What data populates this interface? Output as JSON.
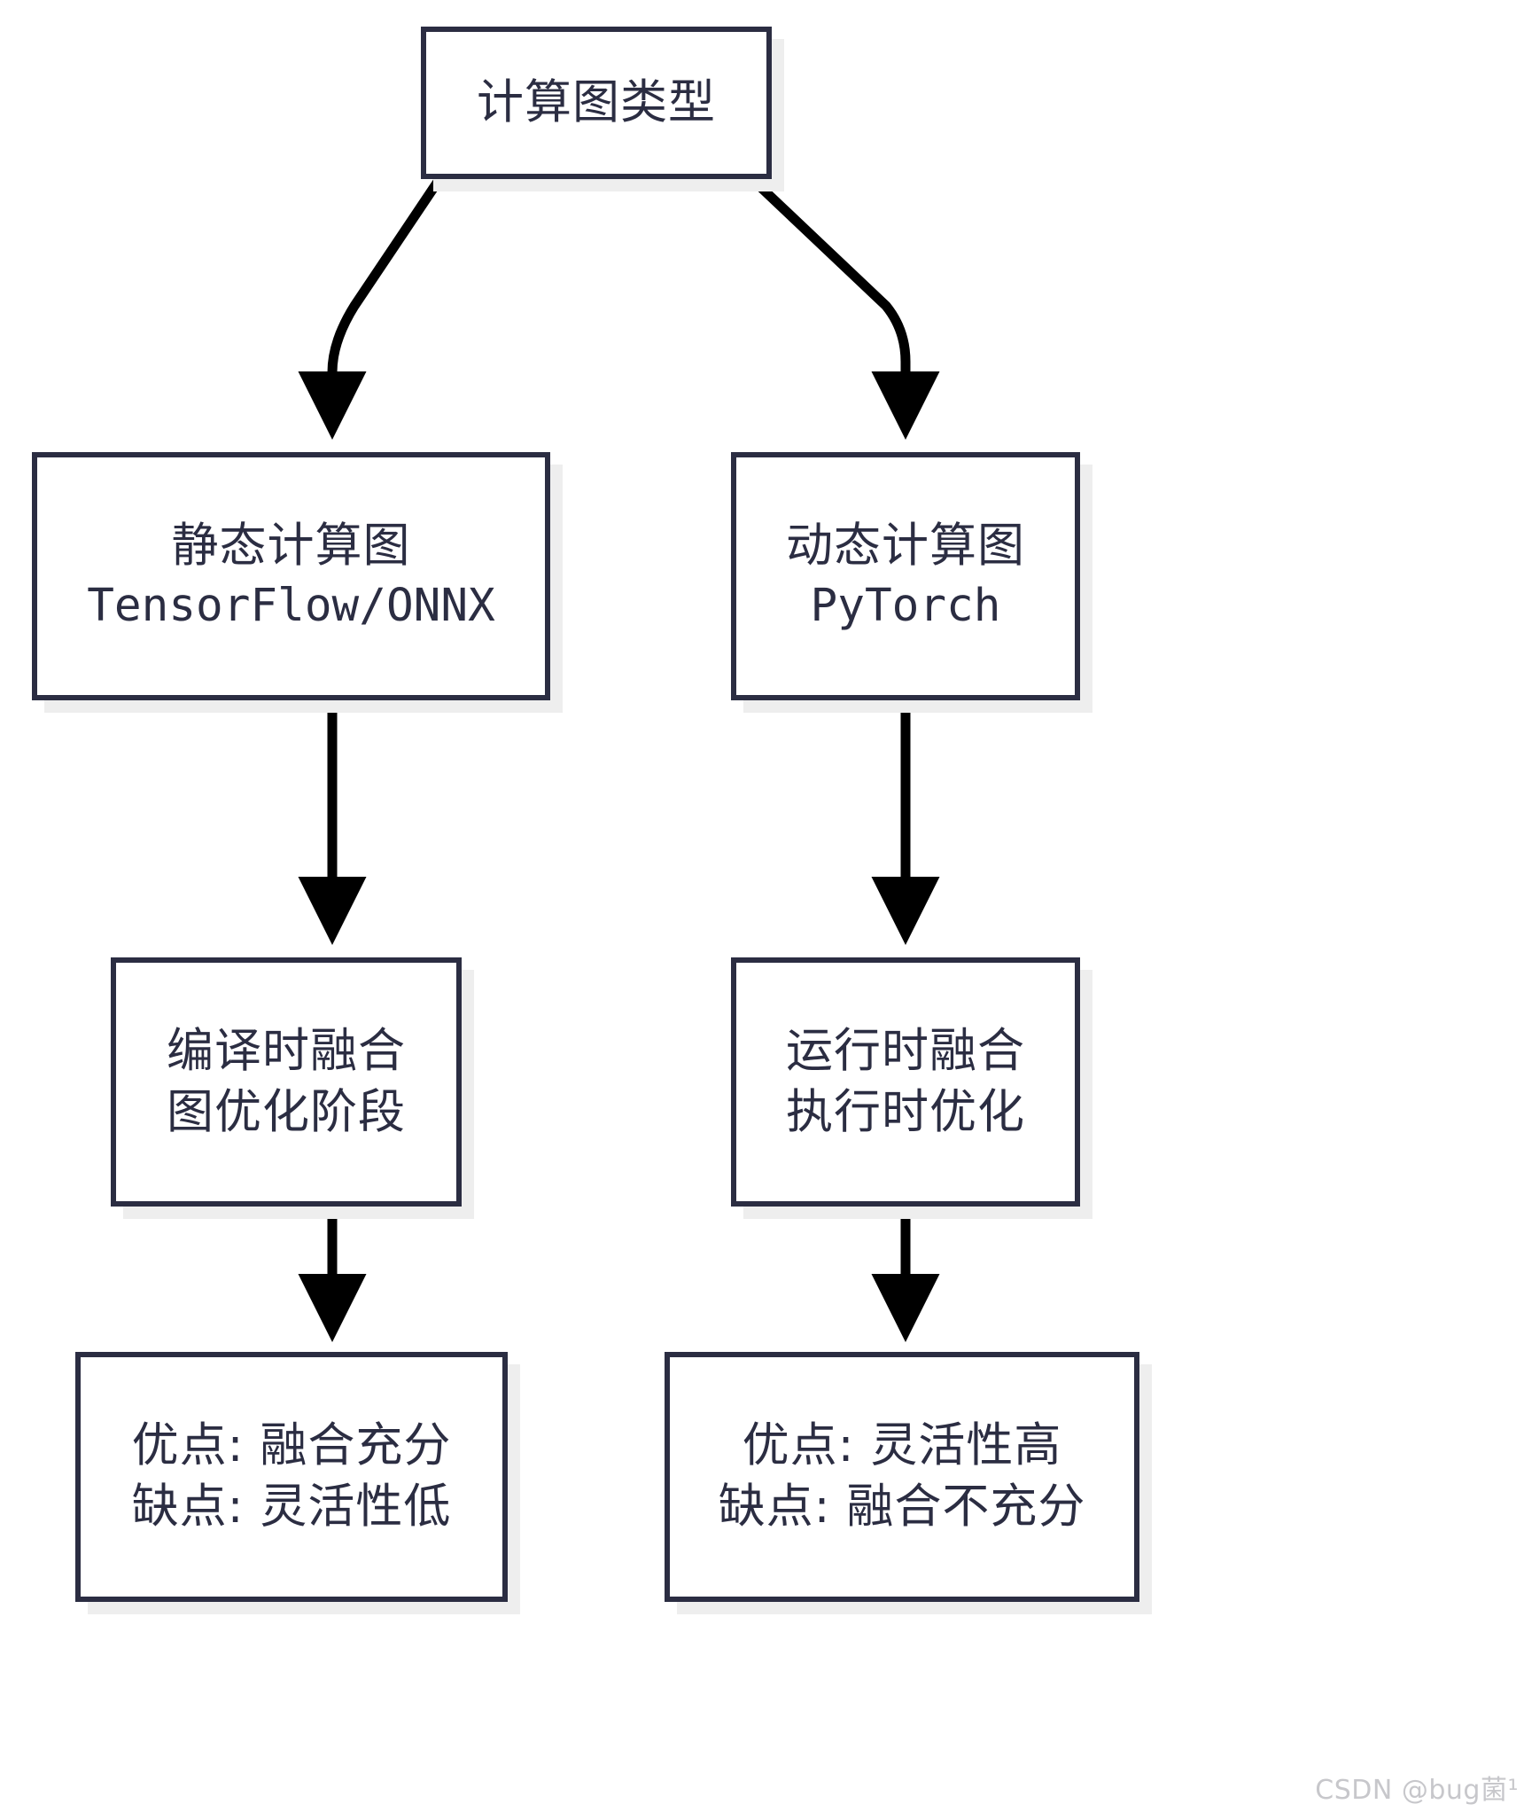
{
  "diagram": {
    "title": "计算图类型",
    "theme": {
      "box_border_color": "#2b2d42",
      "box_fill_color": "#ffffff",
      "box_shadow_color": "#eeeeee",
      "arrow_color": "#000000",
      "text_color": "#2b2d42",
      "background_color": "#ffffff"
    },
    "nodes": {
      "root": {
        "lines": [
          "计算图类型"
        ]
      },
      "static_graph": {
        "line1": "静态计算图",
        "line2": "TensorFlow/ONNX"
      },
      "dynamic_graph": {
        "line1": "动态计算图",
        "line2": "PyTorch"
      },
      "compile_fusion": {
        "line1": "编译时融合",
        "line2": "图优化阶段"
      },
      "runtime_fusion": {
        "line1": "运行时融合",
        "line2": "执行时优化"
      },
      "proscons_left": {
        "line1": "优点: 融合充分",
        "line2": "缺点: 灵活性低"
      },
      "proscons_right": {
        "line1": "优点: 灵活性高",
        "line2": "缺点: 融合不充分"
      }
    },
    "edges": [
      {
        "name": "root-to-static",
        "from": "root",
        "to": "static_graph",
        "style": "curved"
      },
      {
        "name": "root-to-dynamic",
        "from": "root",
        "to": "dynamic_graph",
        "style": "curved"
      },
      {
        "name": "static-to-compile",
        "from": "static_graph",
        "to": "compile_fusion",
        "style": "straight"
      },
      {
        "name": "dynamic-to-runtime",
        "from": "dynamic_graph",
        "to": "runtime_fusion",
        "style": "straight"
      },
      {
        "name": "compile-to-proscons",
        "from": "compile_fusion",
        "to": "proscons_left",
        "style": "straight"
      },
      {
        "name": "runtime-to-proscons",
        "from": "runtime_fusion",
        "to": "proscons_right",
        "style": "straight"
      }
    ]
  },
  "watermark": {
    "text": "CSDN @bug菌¹"
  }
}
